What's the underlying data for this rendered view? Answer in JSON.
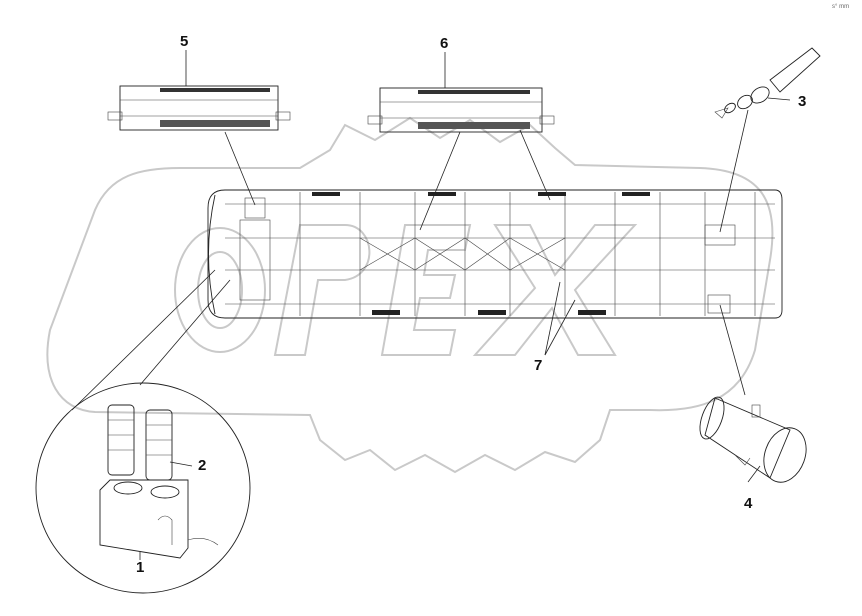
{
  "callouts": [
    {
      "id": "1",
      "label": "1"
    },
    {
      "id": "2",
      "label": "2"
    },
    {
      "id": "3",
      "label": "3"
    },
    {
      "id": "4",
      "label": "4"
    },
    {
      "id": "5",
      "label": "5"
    },
    {
      "id": "6",
      "label": "6"
    },
    {
      "id": "7",
      "label": "7"
    }
  ],
  "watermark": {
    "text": "OPEX",
    "color": "#c9c9c9"
  },
  "corner_mark": "s° mm",
  "line_color": "#222222"
}
